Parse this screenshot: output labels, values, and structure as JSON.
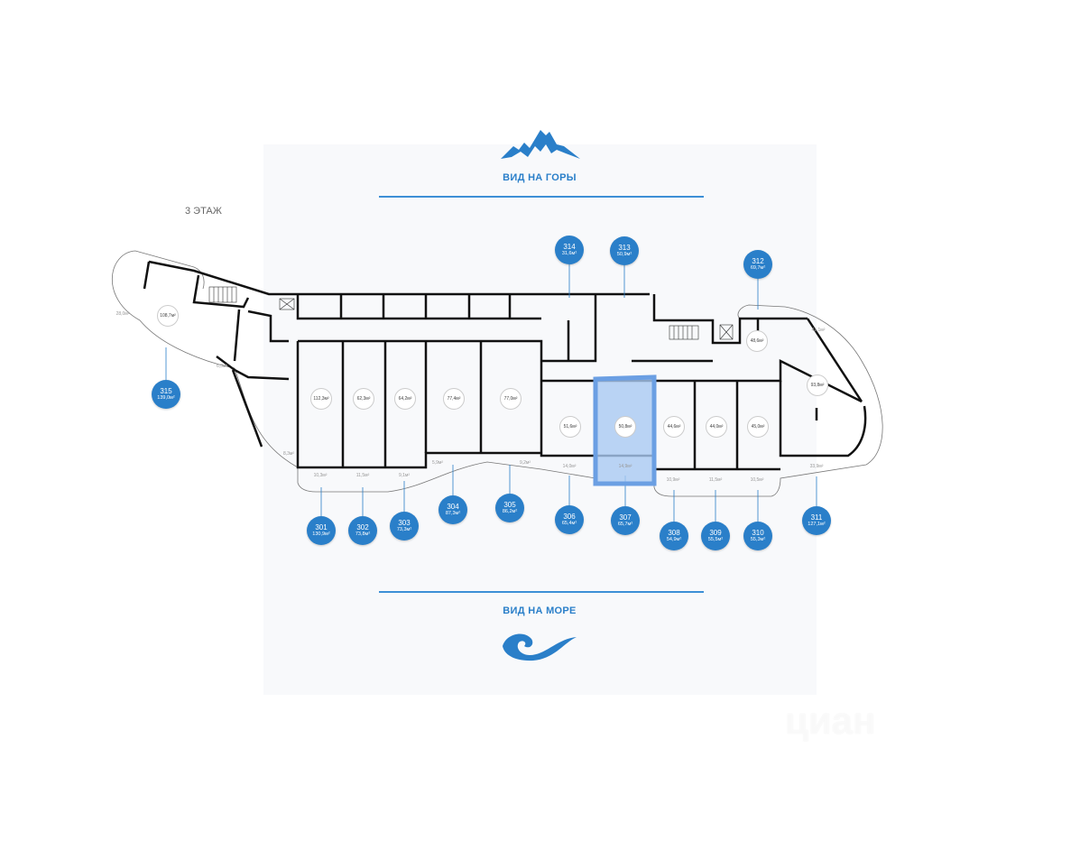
{
  "header": {
    "view_top": "ВИД НА ГОРЫ",
    "view_bottom": "ВИД НА МОРЕ",
    "floor": "3 ЭТАЖ"
  },
  "icons": {
    "top": "mountain-icon",
    "bottom": "wave-icon"
  },
  "colors": {
    "accent": "#2a7fc9",
    "highlight": "#a9c9f2",
    "highlight_border": "#6b9fe3"
  },
  "selected_unit": "307",
  "units": [
    {
      "number": "315",
      "area": "139,0м²"
    },
    {
      "number": "301",
      "area": "130,9м²"
    },
    {
      "number": "302",
      "area": "73,8м²"
    },
    {
      "number": "303",
      "area": "73,3м²"
    },
    {
      "number": "304",
      "area": "87,3м²"
    },
    {
      "number": "305",
      "area": "86,2м²"
    },
    {
      "number": "306",
      "area": "65,4м²"
    },
    {
      "number": "307",
      "area": "65,7м²"
    },
    {
      "number": "308",
      "area": "54,9м²"
    },
    {
      "number": "309",
      "area": "55,5м²"
    },
    {
      "number": "310",
      "area": "55,3м²"
    },
    {
      "number": "311",
      "area": "127,1м²"
    },
    {
      "number": "312",
      "area": "69,7м²"
    },
    {
      "number": "313",
      "area": "50,9м²"
    },
    {
      "number": "314",
      "area": "31,6м²"
    }
  ],
  "room_areas": [
    "108,7м²",
    "112,3м²",
    "62,3м²",
    "64,2м²",
    "77,4м²",
    "77,0м²",
    "51,6м²",
    "50,8м²",
    "44,6м²",
    "44,0м²",
    "45,0м²",
    "93,8м²",
    "48,6м²"
  ],
  "balcony_areas": [
    "28,0м²",
    "6,3м²",
    "8,3м²",
    "10,3м²",
    "11,5м²",
    "9,1м²",
    "5,9м²",
    "9,2м²",
    "14,0м²",
    "14,9м²",
    "10,9м²",
    "11,5м²",
    "10,5м²",
    "33,9м²",
    "41,1м²"
  ],
  "watermark": "циан"
}
